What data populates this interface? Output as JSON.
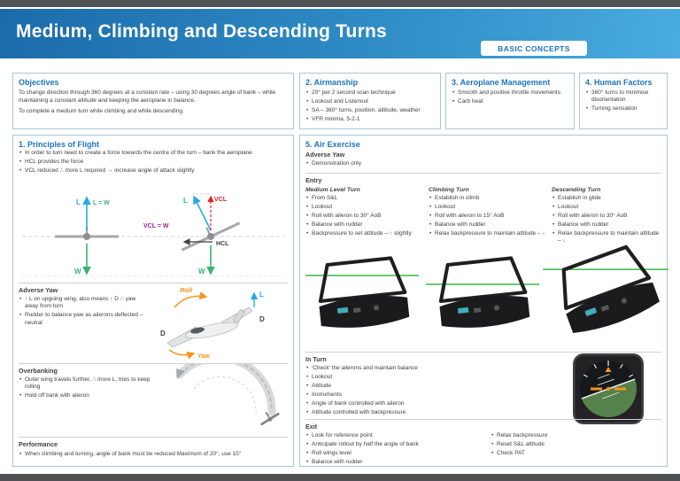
{
  "header": {
    "title": "Medium, Climbing and Descending Turns",
    "badge": "BASIC CONCEPTS"
  },
  "colors": {
    "banner_blue_dark": "#1b6bab",
    "banner_blue_light": "#4aace0",
    "accent_blue": "#1c75bc",
    "arrow_blue": "#29abe2",
    "arrow_green": "#3bb273",
    "horizon_green": "#39b54a",
    "arrow_red": "#ed1c24",
    "label_purple": "#92278f",
    "accent_orange": "#f7941e"
  },
  "objectives": {
    "title": "Objectives",
    "p1": "To change direction through 360 degrees at a constant rate – using 30 degrees angle of bank – while maintaining a constant altitude and keeping the aeroplane in balance.",
    "p2": "To complete a medium turn while climbing and while descending."
  },
  "airmanship": {
    "title": "2. Airmanship",
    "items": [
      "20° per 2 second scan technique",
      "Lookout and Listenout",
      "SA – 360° turns, position, altitude, weather",
      "VFR minima, 5-2-1"
    ]
  },
  "management": {
    "title": "3. Aeroplane Management",
    "items": [
      "Smooth and positive throttle movements",
      "Carb heat"
    ]
  },
  "human_factors": {
    "title": "4. Human Factors",
    "items": [
      "360° turns to minimise disorientation",
      "Turning sensation"
    ]
  },
  "principles": {
    "title": "1. Principles of Flight",
    "items": [
      "In order to turn need to create a force towards the centre of the turn – bank the aeroplane",
      "HCL provides the force",
      "VCL reduced ∴ more L required →  increase angle of attack slightly"
    ],
    "forces": {
      "l": "L",
      "l_eq_w": "L = W",
      "w": "W",
      "vcl": "VCL",
      "hcl": "HCL",
      "vcl_eq_w": "VCL = W"
    },
    "adverse": {
      "title": "Adverse Yaw",
      "items": [
        "↑ L on upgoing wing, also means ↑ D ∴ yaw away from turn",
        "Rudder to balance yaw as ailerons deflected – neutral"
      ],
      "labels": {
        "roll": "Roll",
        "yaw": "Yaw",
        "d": "D",
        "l": "L"
      }
    },
    "overbanking": {
      "title": "Overbanking",
      "items": [
        "Outer wing travels further, ∴ more L, tries to keep rolling",
        "Hold off bank with aileron"
      ]
    },
    "performance": {
      "title": "Performance",
      "items": [
        "When climbing and turning, angle of bank must be reduced Maximum of 20°, use 15°"
      ]
    }
  },
  "exercise": {
    "title": "5. Air Exercise",
    "adverse": {
      "title": "Adverse Yaw",
      "items": [
        "Demonstration only"
      ]
    },
    "entry": {
      "title": "Entry",
      "cols": [
        {
          "title": "Medium Level Turn",
          "items": [
            "From S&L",
            "Lookout",
            "Roll with aileron to 30° AoB",
            "Balance with rudder",
            "Backpressure to set attitude – ↑ slightly"
          ]
        },
        {
          "title": "Climbing Turn",
          "items": [
            "Establish in climb",
            "Lookout",
            "Roll with aileron to 15° AoB",
            "Balance with rudder",
            "Relax backpressure to maintain attitude – ↓"
          ]
        },
        {
          "title": "Descending Turn",
          "items": [
            "Establish in glide",
            "Lookout",
            "Roll with aileron to 30° AoB",
            "Balance with rudder",
            "Relax backpressure to maintain attitude – ↓"
          ]
        }
      ]
    },
    "in_turn": {
      "title": "In Turn",
      "items": [
        "'Check' the ailerons and maintain balance",
        "Lookout",
        "Attitude",
        "Instruments",
        "Angle of bank controlled with aileron",
        "Attitude controlled with backpressure"
      ]
    },
    "exit": {
      "title": "Exit",
      "col1": [
        "Look for reference point",
        "Anticipate rollout by half the angle of bank",
        "Roll wings level",
        "Balance with rudder"
      ],
      "col2": [
        "Relax backpressure",
        "Reset S&L attitude",
        "Check PAT"
      ]
    }
  }
}
